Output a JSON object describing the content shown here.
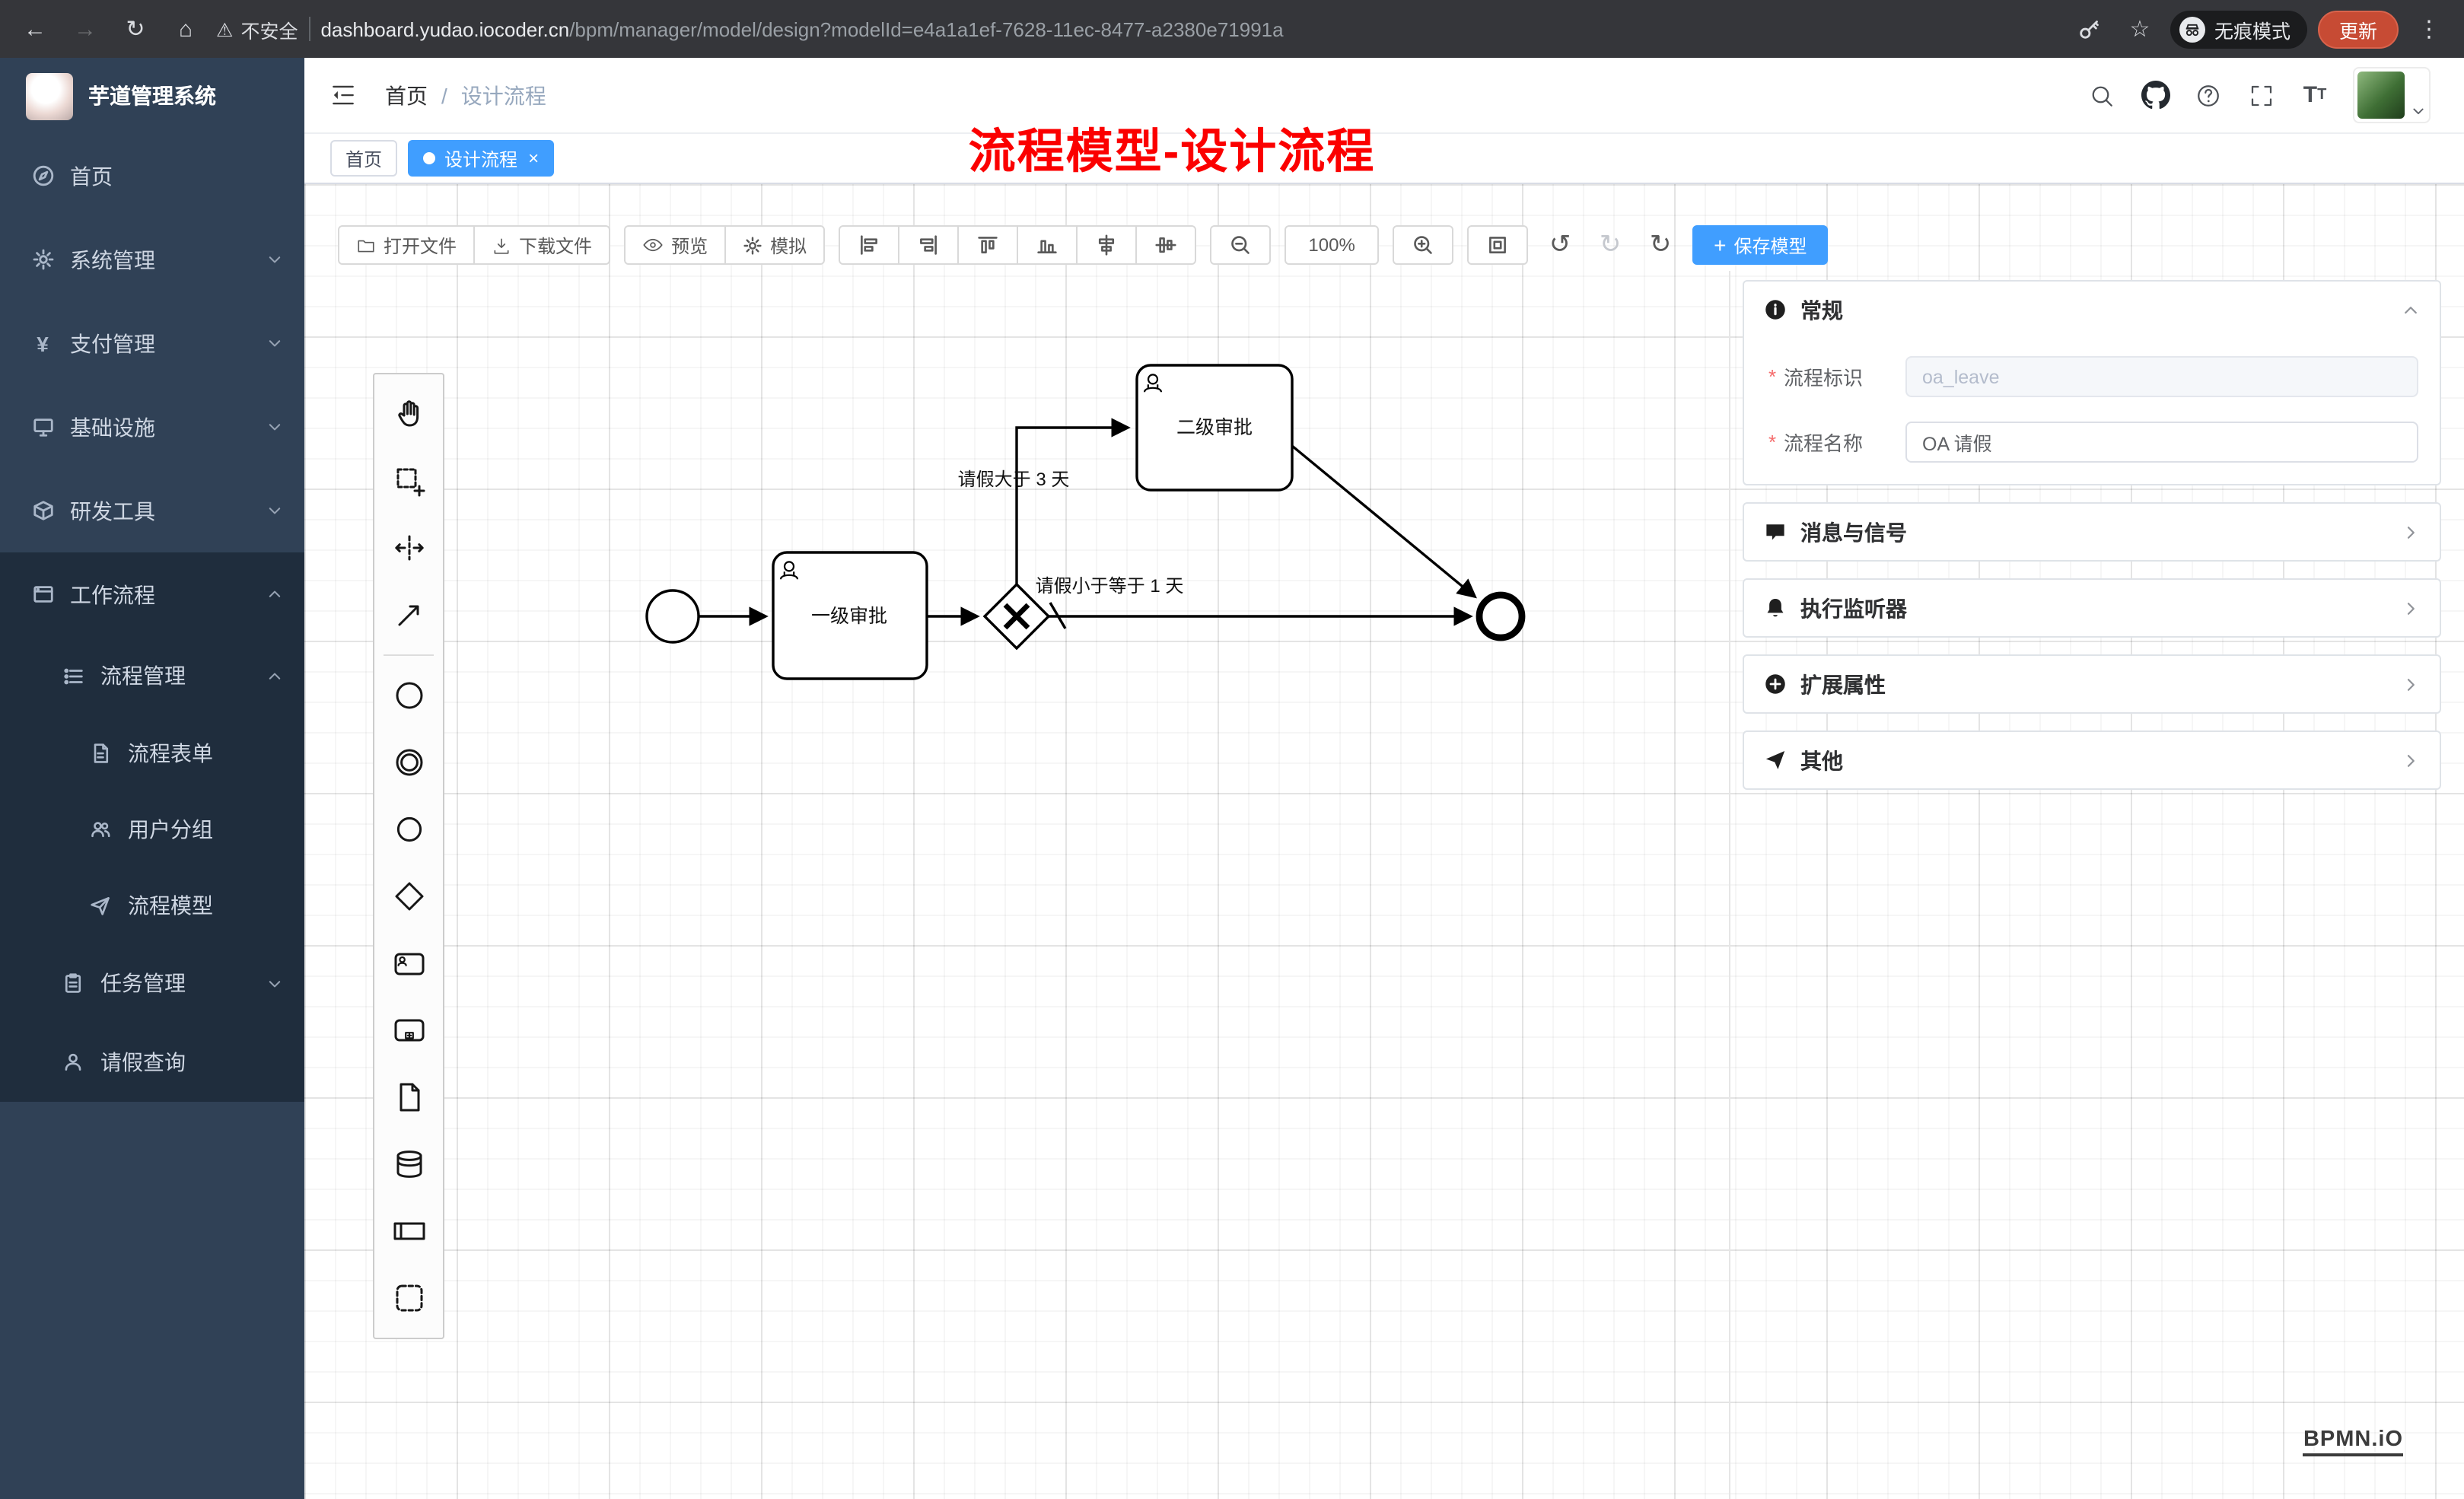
{
  "browser": {
    "security_label": "不安全",
    "url_host": "dashboard.yudao.iocoder.cn",
    "url_path": "/bpm/manager/model/design?modelId=e4a1a1ef-7628-11ec-8477-a2380e71991a",
    "incognito_label": "无痕模式",
    "update_label": "更新"
  },
  "sidebar": {
    "app_title": "芋道管理系统",
    "items": {
      "home": "首页",
      "system": "系统管理",
      "payment": "支付管理",
      "infra": "基础设施",
      "devtools": "研发工具",
      "workflow": "工作流程",
      "process_mgmt": "流程管理",
      "process_form": "流程表单",
      "user_group": "用户分组",
      "process_model": "流程模型",
      "task_mgmt": "任务管理",
      "leave_query": "请假查询"
    }
  },
  "header": {
    "breadcrumb_home": "首页",
    "breadcrumb_sep": "/",
    "breadcrumb_current": "设计流程",
    "annotation": "流程模型-设计流程"
  },
  "tabs": {
    "home": "首页",
    "active": "设计流程"
  },
  "toolbar": {
    "open_file": "打开文件",
    "download_file": "下载文件",
    "preview": "预览",
    "simulate": "模拟",
    "zoom_level": "100%",
    "save_model": "保存模型"
  },
  "diagram": {
    "task_level1": "一级审批",
    "task_level2": "二级审批",
    "flow_gt3": "请假大于 3 天",
    "flow_le1": "请假小于等于 1 天"
  },
  "properties": {
    "general_title": "常规",
    "field_key_label": "流程标识",
    "field_key_value": "oa_leave",
    "field_name_label": "流程名称",
    "field_name_value": "OA 请假",
    "section_message": "消息与信号",
    "section_listener": "执行监听器",
    "section_ext": "扩展属性",
    "section_other": "其他"
  },
  "watermark": "BPMN.iO",
  "colors": {
    "accent": "#409eff",
    "sidebar_bg": "#304156",
    "annotation_red": "#fb0000",
    "update_btn": "#c74b34"
  }
}
